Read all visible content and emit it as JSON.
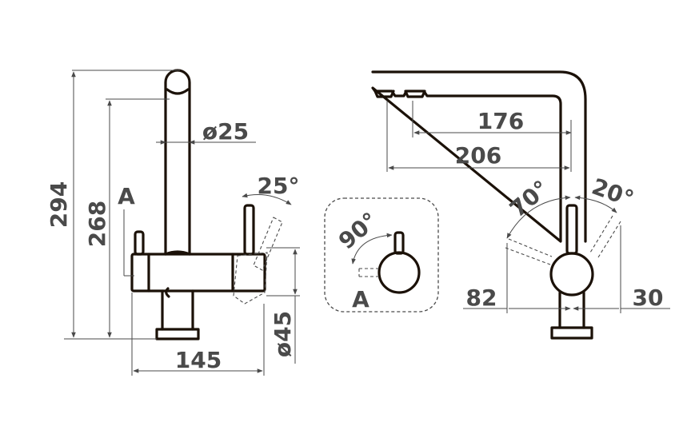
{
  "dimensions": {
    "total_height": "294",
    "spout_height": "268",
    "spout_diameter": "ø25",
    "lever_angle": "25°",
    "base_width": "145",
    "base_diameter": "ø45",
    "spout_reach_1": "176",
    "spout_reach_2": "206",
    "swivel_left": "70°",
    "swivel_right": "20°",
    "offset_left": "82",
    "offset_right": "30",
    "detail_angle": "90°"
  },
  "labels": {
    "view_marker": "A",
    "detail_marker": "A"
  },
  "colors": {
    "outline": "#1b1108",
    "dimension": "#4a4a4a"
  }
}
